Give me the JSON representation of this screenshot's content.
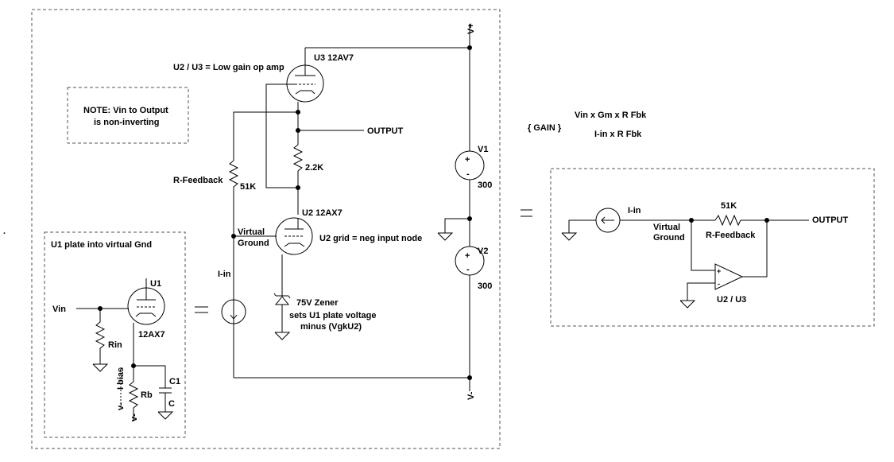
{
  "labels": {
    "v_plus": "V+",
    "v_minus": "V-",
    "u2u3_note": "U2 / U3 = Low gain op amp",
    "u3_name": "U3 12AV7",
    "note_line1": "NOTE: Vin to Output",
    "note_line2": "is non-inverting",
    "output_main": "OUTPUT",
    "r_2k2": "2.2K",
    "r_feedback": "R-Feedback",
    "r_51k": "51K",
    "v1": "V1",
    "v1_val": "300",
    "u2_name": "U2 12AX7",
    "virtual": "Virtual",
    "ground": "Ground",
    "u2_grid": "U2 grid = neg input node",
    "v2": "V2",
    "v2_val": "300",
    "i_in": "I-in",
    "zener": "75V Zener",
    "zener_note1": "sets U1 plate voltage",
    "zener_note2": "minus (VgkU2)",
    "u1_box_title": "U1 plate into virtual Gnd",
    "u1_name": "U1",
    "u1_type": "12AX7",
    "vin": "Vin",
    "rin": "Rin",
    "i_bias": "I bias",
    "rb": "Rb",
    "c1": "C1",
    "c": "C",
    "v_small1": "v-",
    "v_small2": "v-",
    "equals": "=",
    "gain_label": "{ GAIN }",
    "gain_num": "Vin x Gm x R Fbk",
    "gain_den": "I-in x R Fbk",
    "eq_i_in": "I-in",
    "eq_virtual": "Virtual",
    "eq_ground": "Ground",
    "eq_51k": "51K",
    "eq_r_feedback": "R-Feedback",
    "eq_output": "OUTPUT",
    "eq_u2u3": "U2 / U3",
    "opamp_plus": "+",
    "opamp_minus": "-",
    "src_plus": "+",
    "src_minus": "-",
    "dot": "."
  }
}
